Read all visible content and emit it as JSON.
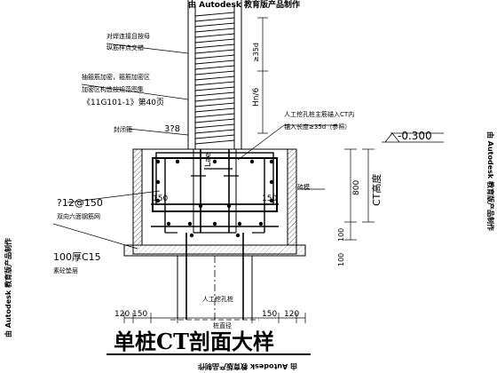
{
  "watermark": {
    "top": "由 Autodesk 教育版产品制作",
    "bottom": "由 Autodesk 教育版产品制作",
    "left": "由 Autodesk 教育版产品制作",
    "right": "由 Autodesk 教育版产品制作"
  },
  "title": "单桩CT剖面大样",
  "annotations": {
    "col_lap_1": "对焊连接且按母",
    "col_lap_2": "纵筋样点交错",
    "encrypt_1": "抽箍筋加密，箍筋加密区",
    "encrypt_2": "加密区构造按规范图集",
    "encrypt_3": "《11G101-1》第40页",
    "hn6": "Hn/6",
    "d35": "≥35d",
    "pile_note_1": "人工挖孔桩主筋锚入CT内",
    "pile_note_2": "锚入长度≥35d（参照）",
    "tie_label": "封闭箍",
    "tie_value": "3?8",
    "mesh_value": "?12@150",
    "mesh_label": "双向六面钢筋网",
    "cushion_value": "100厚C15",
    "cushion_label": "素砼垫层",
    "elevation": "-0.300",
    "ct_height": "CT高度",
    "h800": "800",
    "h100a": "100",
    "h100b": "100",
    "lae": "Lae",
    "d150a": "150",
    "d150b": "150",
    "brick_label": "砖模",
    "pile_label": "人工挖孔桩",
    "pile_dia": "桩直径",
    "dim_120a": "120",
    "dim_150a": "150",
    "dim_150b": "150",
    "dim_120b": "120"
  },
  "colors": {
    "line": "#000000",
    "hatch": "#000000",
    "background": "#ffffff"
  }
}
